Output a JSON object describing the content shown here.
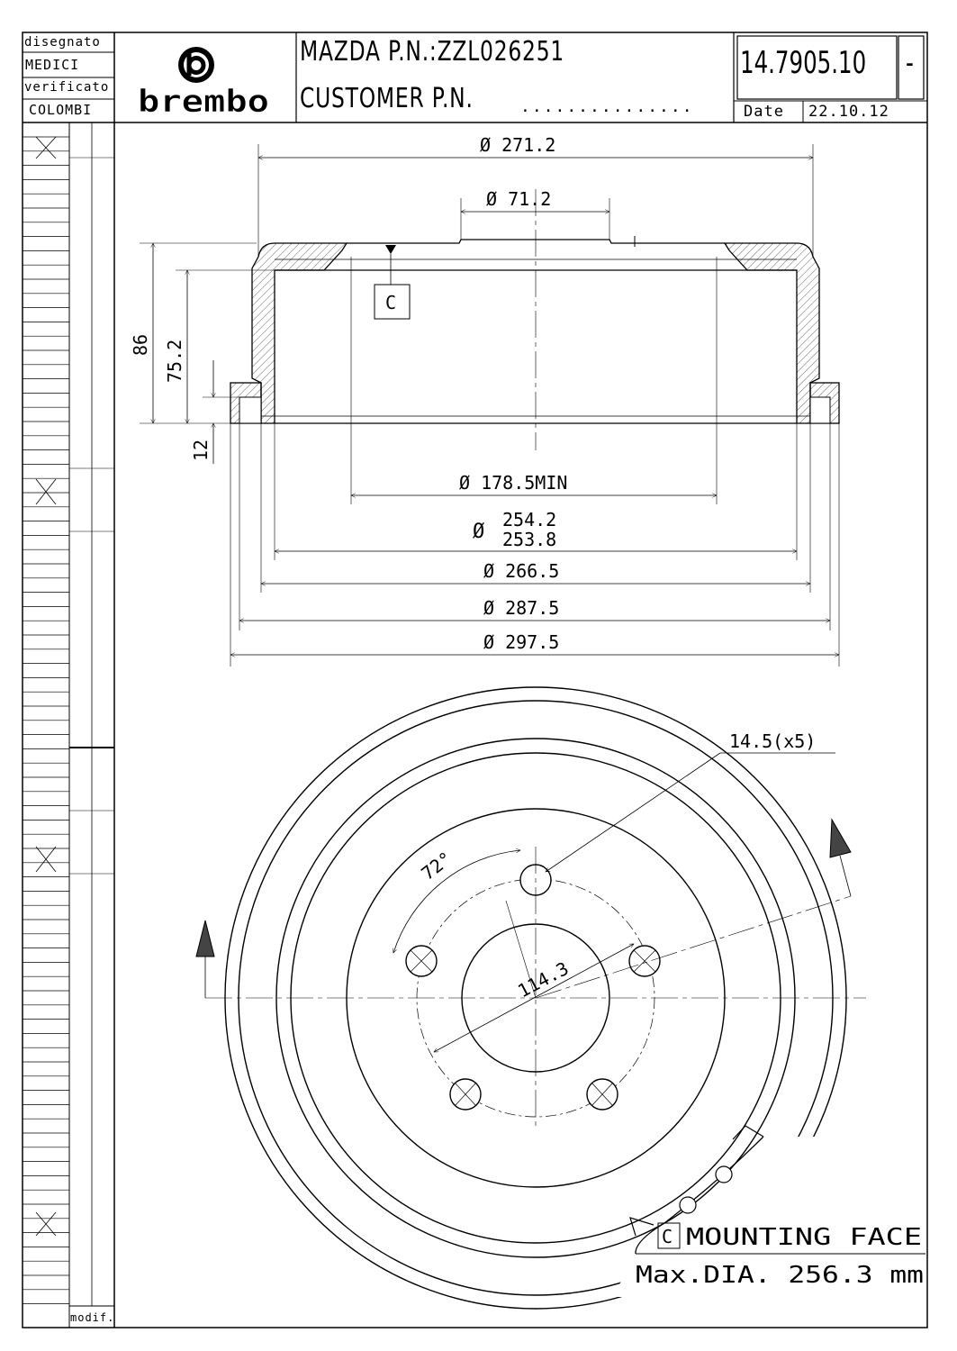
{
  "title_block": {
    "drawn_by_label": "disegnato",
    "drawn_by": "MEDICI",
    "checked_by_label": "verificato",
    "checked_by": "COLOMBI",
    "brand": "brembo",
    "oem_line": "MAZDA P.N.:ZZL026251",
    "customer_line": "CUSTOMER P.N.",
    "customer_dots": "...............",
    "part_number": "14.7905.10",
    "revision": "-",
    "date_label": "Date",
    "date": "22.10.12"
  },
  "revision_strip": {
    "modif_label": "modif."
  },
  "section_view": {
    "dim_271": "Ø 271.2",
    "dim_71": "Ø 71.2",
    "dim_86": "86",
    "dim_75": "75.2",
    "dim_12": "12",
    "datum": "C",
    "dim_178": "Ø 178.5MIN",
    "dim_254_upper": "254.2",
    "dim_254_lower": "253.8",
    "dim_254_symbol": "Ø",
    "dim_266": "Ø 266.5",
    "dim_287": "Ø 287.5",
    "dim_297": "Ø 297.5"
  },
  "front_view": {
    "bolt_holes": "14.5(x5)",
    "angle": "72°",
    "pcd": "114.3",
    "datum": "C",
    "mounting_face": "MOUNTING FACE",
    "max_dia": "Max.DIA. 256.3 mm"
  }
}
